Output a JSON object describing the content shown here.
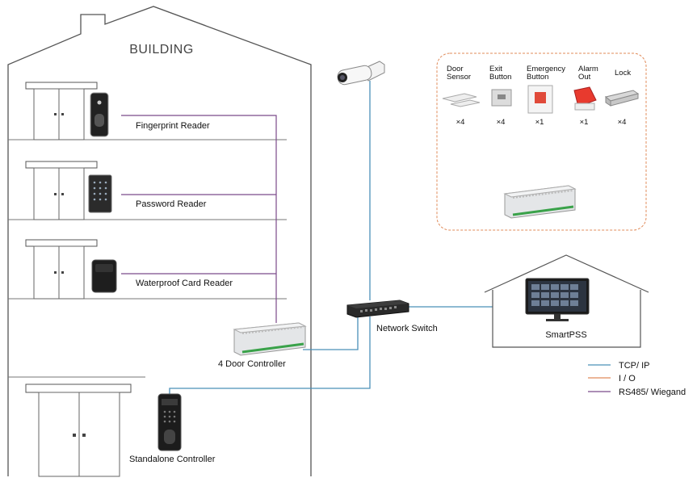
{
  "building": {
    "title": "BUILDING"
  },
  "devices": {
    "fingerprint_reader": "Fingerprint Reader",
    "password_reader": "Password Reader",
    "waterproof_card_reader": "Waterproof Card Reader",
    "door_controller": "4 Door Controller",
    "network_switch": "Network Switch",
    "smartpss": "SmartPSS",
    "standalone_controller": "Standalone Controller"
  },
  "io_panel": {
    "items": [
      {
        "label_line1": "Door",
        "label_line2": "Sensor",
        "count": "×4"
      },
      {
        "label_line1": "Exit",
        "label_line2": "Button",
        "count": "×4"
      },
      {
        "label_line1": "Emergency",
        "label_line2": "Button",
        "count": "×1"
      },
      {
        "label_line1": "Alarm",
        "label_line2": "Out",
        "count": "×1"
      },
      {
        "label_line1": "Lock",
        "label_line2": "",
        "count": "×4"
      }
    ]
  },
  "legend": {
    "items": [
      {
        "label": "TCP/ IP",
        "color": "#4a90b8"
      },
      {
        "label": "I / O",
        "color": "#e08b5a"
      },
      {
        "label": "RS485/ Wiegand",
        "color": "#7b4a8a"
      }
    ]
  },
  "colors": {
    "tcp": "#4a90b8",
    "io": "#e08b5a",
    "rs485": "#7b4a8a",
    "panel_border": "#e08b5a"
  }
}
